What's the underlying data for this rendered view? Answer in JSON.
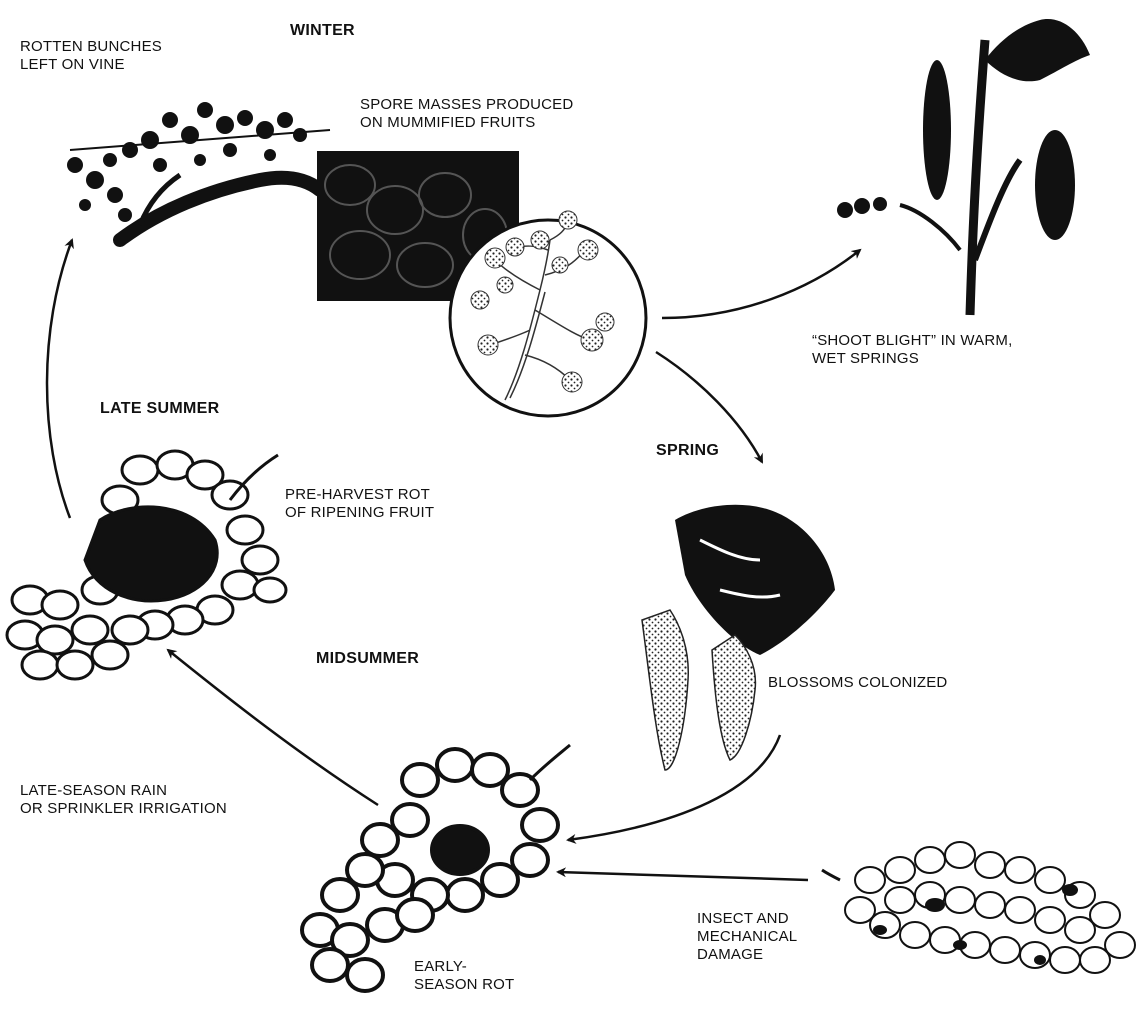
{
  "seasons": {
    "winter": "WINTER",
    "spring": "SPRING",
    "midsummer": "MIDSUMMER",
    "late_summer": "LATE SUMMER"
  },
  "labels": {
    "rotten_bunches": [
      "ROTTEN BUNCHES",
      "LEFT ON VINE"
    ],
    "spore_masses": [
      "SPORE MASSES PRODUCED",
      "ON MUMMIFIED FRUITS"
    ],
    "shoot_blight": [
      "“SHOOT BLIGHT” IN WARM,",
      "WET SPRINGS"
    ],
    "pre_harvest": [
      "PRE-HARVEST ROT",
      "OF RIPENING FRUIT"
    ],
    "blossoms": "BLOSSOMS COLONIZED",
    "late_season_rain": [
      "LATE-SEASON RAIN",
      "OR SPRINKLER IRRIGATION"
    ],
    "early_season": [
      "EARLY-",
      "SEASON ROT"
    ],
    "insect_damage": [
      "INSECT AND",
      "MECHANICAL",
      "DAMAGE"
    ]
  },
  "colors": {
    "ink": "#111111",
    "paper": "#ffffff"
  }
}
